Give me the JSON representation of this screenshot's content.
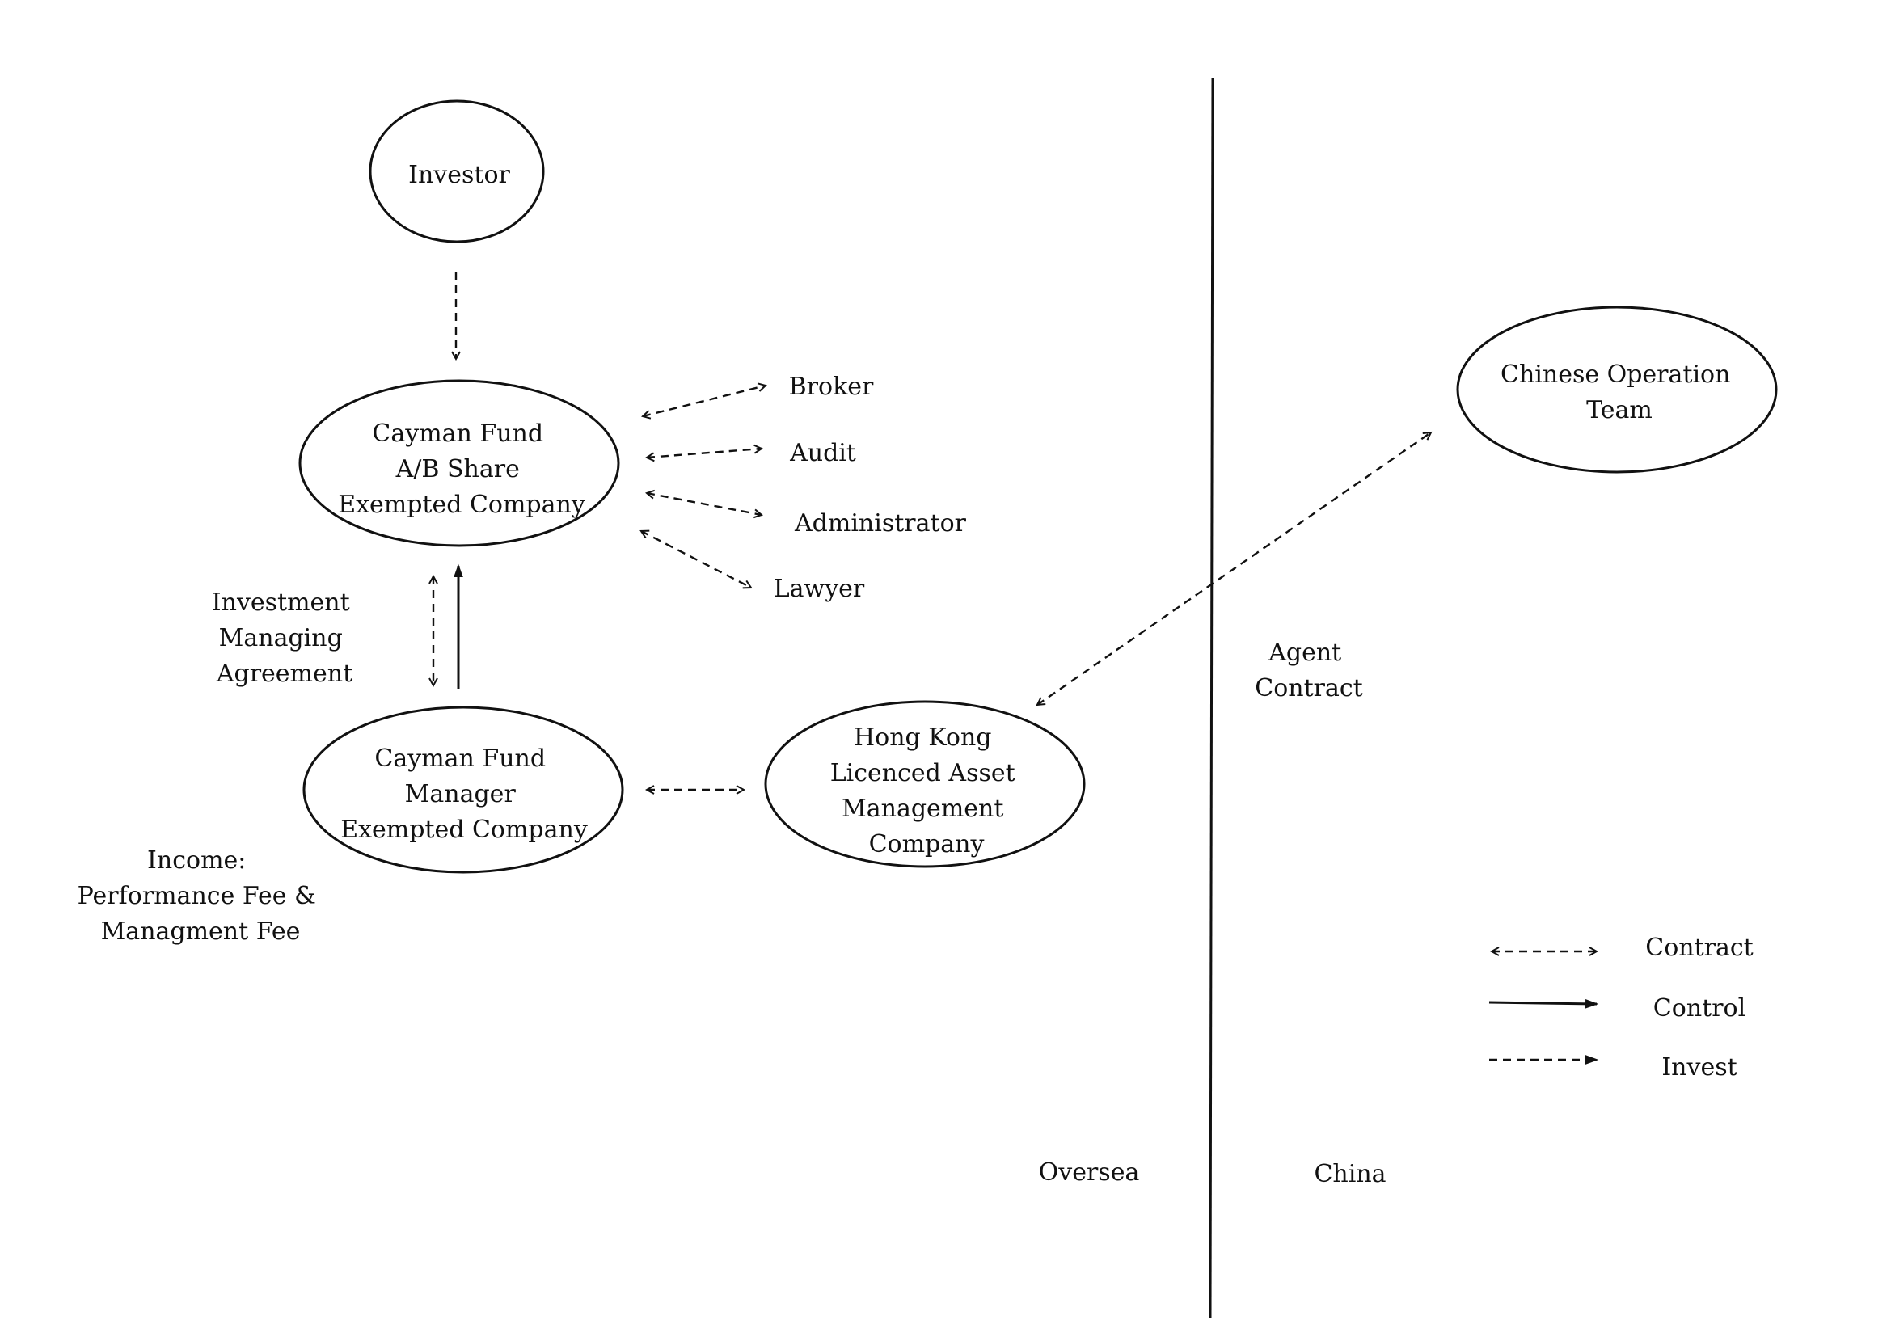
{
  "nodes": {
    "investor": {
      "lines": [
        "Investor"
      ]
    },
    "cayman_fund": {
      "lines": [
        "Cayman Fund",
        "A/B Share",
        "Exempted Company"
      ]
    },
    "cayman_manager": {
      "lines": [
        "Cayman Fund",
        "Manager",
        "Exempted Company"
      ]
    },
    "hk_company": {
      "lines": [
        "Hong Kong",
        "Licenced Asset",
        "Management",
        "Company"
      ]
    },
    "chinese_team": {
      "lines": [
        "Chinese Operation",
        "Team"
      ]
    }
  },
  "service_providers": [
    "Broker",
    "Audit",
    "Administrator",
    "Lawyer"
  ],
  "labels": {
    "investment_agreement": [
      "Investment",
      "Managing",
      "Agreement"
    ],
    "income": [
      "Income:",
      "Performance Fee &",
      "Managment Fee"
    ],
    "agent_contract": [
      "Agent",
      "Contract"
    ],
    "region_left": "Oversea",
    "region_right": "China"
  },
  "legend": [
    {
      "style": "contract",
      "label": "Contract"
    },
    {
      "style": "control",
      "label": "Control"
    },
    {
      "style": "invest",
      "label": "Invest"
    }
  ],
  "colors": {
    "ink": "#111111",
    "background": "#ffffff"
  }
}
